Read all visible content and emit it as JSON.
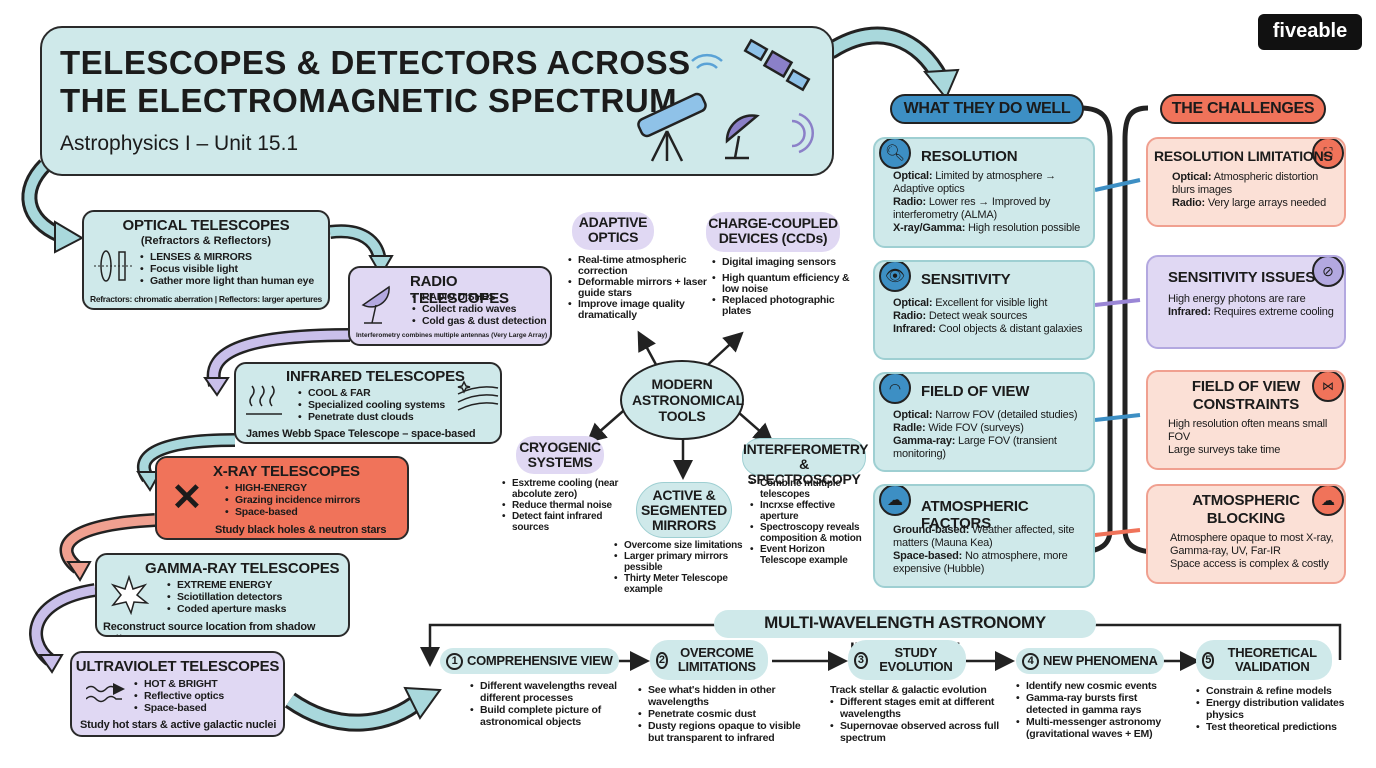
{
  "brand": "fiveable",
  "header": {
    "title_line1": "TELESCOPES & DETECTORS ACROSS",
    "title_line2": "THE ELECTROMAGNETIC SPECTRUM",
    "subtitle": "Astrophysics I – Unit 15.1"
  },
  "telescopes": {
    "optical": {
      "title": "OPTICAL TELESCOPES",
      "sub": "(Refractors & Reflectors)",
      "items": [
        "LENSES & MIRRORS",
        "Focus visible light",
        "Gather more light than human eye"
      ],
      "note": "Refractors: chromatic aberration | Reflectors: larger apertures"
    },
    "radio": {
      "title": "RADIO TELESCOPES",
      "items": [
        "RADIO DISHES",
        "Collect radio waves",
        "Cold gas & dust detection"
      ],
      "note": "Interferometry combines multiple antennas (Very Large Array)"
    },
    "infrared": {
      "title": "INFRARED TELESCOPES",
      "items": [
        "COOL & FAR",
        "Specialized cooling systems",
        "Penetrate dust clouds"
      ],
      "note": "James Webb Space Telescope – space-based"
    },
    "xray": {
      "title": "X-RAY TELESCOPES",
      "items": [
        "HIGH-ENERGY",
        "Grazing incidence mirrors",
        "Space-based"
      ],
      "note": "Study black holes & neutron stars"
    },
    "gamma": {
      "title": "GAMMA-RAY TELESCOPES",
      "items": [
        "EXTREME ENERGY",
        "Sciotillation detectors",
        "Coded aperture masks"
      ],
      "note": "Reconstruct source location from shadow patterns"
    },
    "uv": {
      "title": "ULTRAVIOLET TELESCOPES",
      "items": [
        "HOT & BRIGHT",
        "Reflective optics",
        "Space-based"
      ],
      "note": "Study hot stars & active galactic nuclei"
    }
  },
  "tools": {
    "center": "MODERN ASTRONOMICAL TOOLS",
    "adaptive": {
      "title": "ADAPTIVE OPTICS",
      "items": [
        "Real-time atmospheric correction",
        "Deformable mirrors + laser guide stars",
        "Improve image quality dramatically"
      ]
    },
    "ccd": {
      "title": "CHARGE-COUPLED DEVICES (CCDs)",
      "items": [
        "Digital imaging sensors",
        "High quantum efficiency & low noise",
        "Replaced photographic plates"
      ]
    },
    "cryo": {
      "title": "CRYOGENIC SYSTEMS",
      "items": [
        "Esxtreme cooling (near abcolute zero)",
        "Reduce thermal noise",
        "Detect faint infrared sources"
      ]
    },
    "active": {
      "title": "ACTIVE & SEGMENTED MIRRORS",
      "items": [
        "Overcome size limitations",
        "Larger primary mirrors pessible",
        "Thirty Meter Telescope example"
      ]
    },
    "interf": {
      "title": "INTERFEROMETRY & SPECTROSCOPY",
      "items": [
        "Combine multiple telescopes",
        "Incrxse effective aperture",
        "Spectroscopy reveals composition & motion",
        "Event Horizon Telescope example"
      ]
    }
  },
  "well": {
    "header": "WHAT THEY DO WELL",
    "resolution": {
      "title": "RESOLUTION",
      "lines": [
        [
          "Optical:",
          " Limited by atmosphere → Adaptive optics"
        ],
        [
          "Radio:",
          " Lower res → Improved by interferometry (ALMA)"
        ],
        [
          "X-ray/Gamma:",
          " High resolution possible"
        ]
      ]
    },
    "sensitivity": {
      "title": "SENSITIVITY",
      "lines": [
        [
          "Optical:",
          " Excellent for visible light"
        ],
        [
          "Radio:",
          " Detect weak sources"
        ],
        [
          "Infrared:",
          " Cool objects & distant galaxies"
        ]
      ]
    },
    "fov": {
      "title": "FIELD OF VIEW",
      "lines": [
        [
          "Optical:",
          " Narrow FOV (detailed studies)"
        ],
        [
          "Radle:",
          " Wide FOV (surveys)"
        ],
        [
          "Gamma-ray:",
          " Large FOV (transient monitoring)"
        ]
      ]
    },
    "atmo": {
      "title": "ATMOSPHERIC FACTORS",
      "lines": [
        [
          "Ground-based:",
          " Weather affected, site matters (Mauna Kea)"
        ],
        [
          "Space-based:",
          " No atmosphere, more expensive (Hubble)"
        ]
      ]
    }
  },
  "challenges": {
    "header": "THE CHALLENGES",
    "resolution": {
      "title": "RESOLUTION LIMITATIONS",
      "lines": [
        [
          "Optical:",
          " Atmospheric distortion blurs images"
        ],
        [
          "Radio:",
          " Very large arrays needed"
        ]
      ]
    },
    "sensitivity": {
      "title": "SENSITIVITY ISSUES",
      "lines": [
        [
          "",
          "High energy photons are rare"
        ],
        [
          "Infrared:",
          " Requires extreme cooling"
        ]
      ]
    },
    "fov": {
      "title": "FIELD OF VIEW CONSTRAINTS",
      "lines": [
        [
          "",
          "High resolution often means small FOV"
        ],
        [
          "",
          "Large surveys take time"
        ]
      ]
    },
    "atmo": {
      "title": "ATMOSPHERIC BLOCKING",
      "lines": [
        [
          "",
          "Atmosphere opaque to most X-ray, Gamma-ray, UV, Far-IR"
        ],
        [
          "",
          "Space access is complex & costly"
        ]
      ]
    }
  },
  "multi": {
    "header": "MULTI-WAVELENGTH ASTRONOMY IMPORTANCE",
    "steps": [
      {
        "num": "1",
        "title": "COMPREHENSIVE VIEW",
        "items": [
          "Different wavelengths reveal different processes",
          "Build complete picture of astronomical objects"
        ]
      },
      {
        "num": "2",
        "title": "OVERCOME LIMITATIONS",
        "items": [
          "See what's hidden in other wavelengths",
          "Penetrate cosmic dust",
          "Dusty regions opaque to visible but transparent to infrared"
        ]
      },
      {
        "num": "3",
        "title": "STUDY EVOLUTION",
        "lead": "Track stellar & galactic evolution",
        "items": [
          "Different stages emit at different wavelengths",
          "Supernovae observed across full spectrum"
        ]
      },
      {
        "num": "4",
        "title": "NEW PHENOMENA",
        "items": [
          "Identify new cosmic events",
          "Gamma-ray bursts first detected in gamma rays",
          "Multi-messenger astronomy (gravitational waves + EM)"
        ]
      },
      {
        "num": "5",
        "title": "THEORETICAL VALIDATION",
        "items": [
          "Constrain & refine models",
          "Energy distribution validates physics",
          "Test theoretical predictions"
        ]
      }
    ]
  },
  "colors": {
    "teal": "#cfe9ea",
    "lavender": "#e0d8f3",
    "peach": "#fbe0d6",
    "xray_red": "#f0735a",
    "blue_pill": "#3d8fc4",
    "orange_pill": "#f0735a"
  }
}
